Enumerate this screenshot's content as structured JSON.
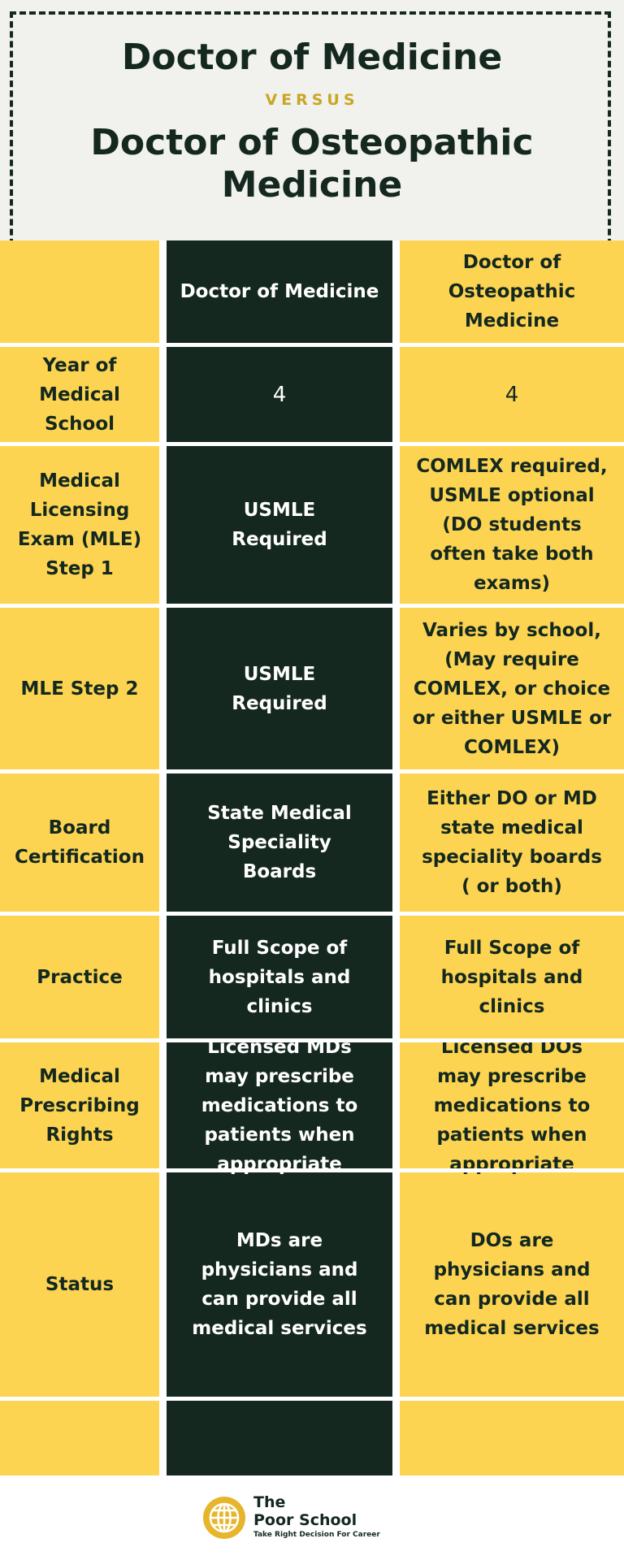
{
  "header": {
    "title_1": "Doctor of Medicine",
    "versus": "VERSUS",
    "title_2_line1": "Doctor of Osteopathic",
    "title_2_line2": "Medicine"
  },
  "columns": {
    "md": "Doctor of Medicine",
    "do_line1": "Doctor of",
    "do_line2": "Osteopathic",
    "do_line3": "Medicine"
  },
  "rows": [
    {
      "label": [
        "Year of",
        "Medical",
        "School"
      ],
      "md": [
        "4"
      ],
      "do": [
        "4"
      ]
    },
    {
      "label": [
        "Medical",
        "Licensing",
        "Exam (MLE)",
        "Step 1"
      ],
      "md": [
        "USMLE",
        "Required"
      ],
      "do": [
        "COMLEX required,",
        "USMLE optional",
        "(DO students",
        "often take both",
        "exams)"
      ]
    },
    {
      "label": [
        "MLE Step 2"
      ],
      "md": [
        "USMLE",
        "Required"
      ],
      "do": [
        "Varies by school,",
        "(May require",
        "COMLEX, or choice",
        "or either USMLE or",
        "COMLEX)"
      ]
    },
    {
      "label": [
        "Board",
        "Certification"
      ],
      "md": [
        "State Medical",
        "Speciality",
        "Boards"
      ],
      "do": [
        "Either DO or MD",
        "state medical",
        "speciality boards",
        "( or both)"
      ]
    },
    {
      "label": [
        "Practice"
      ],
      "md": [
        "Full Scope of",
        "hospitals and",
        "clinics"
      ],
      "do": [
        "Full Scope of",
        "hospitals and",
        "clinics"
      ]
    },
    {
      "label": [
        "Medical",
        "Prescribing",
        "Rights"
      ],
      "md": [
        "Licensed MDs",
        "may prescribe",
        "medications to",
        "patients when",
        "appropriate"
      ],
      "do": [
        "Licensed DOs",
        "may prescribe",
        "medications to",
        "patients when",
        "appropriate"
      ]
    },
    {
      "label": [
        "Status"
      ],
      "md": [
        "MDs are",
        "physicians and",
        "can provide all",
        "medical services"
      ],
      "do": [
        "DOs are",
        "physicians and",
        "can provide all",
        "medical services"
      ]
    }
  ],
  "footer": {
    "brand_line1": "The",
    "brand_line2": "Poor School",
    "tagline": "Take Right Decision For Career"
  },
  "colors": {
    "dark_green": "#14281f",
    "yellow": "#fcd452",
    "gold_text": "#c9a624",
    "header_bg": "#f1f2ed"
  },
  "icons": {
    "logo": "globe-icon"
  }
}
